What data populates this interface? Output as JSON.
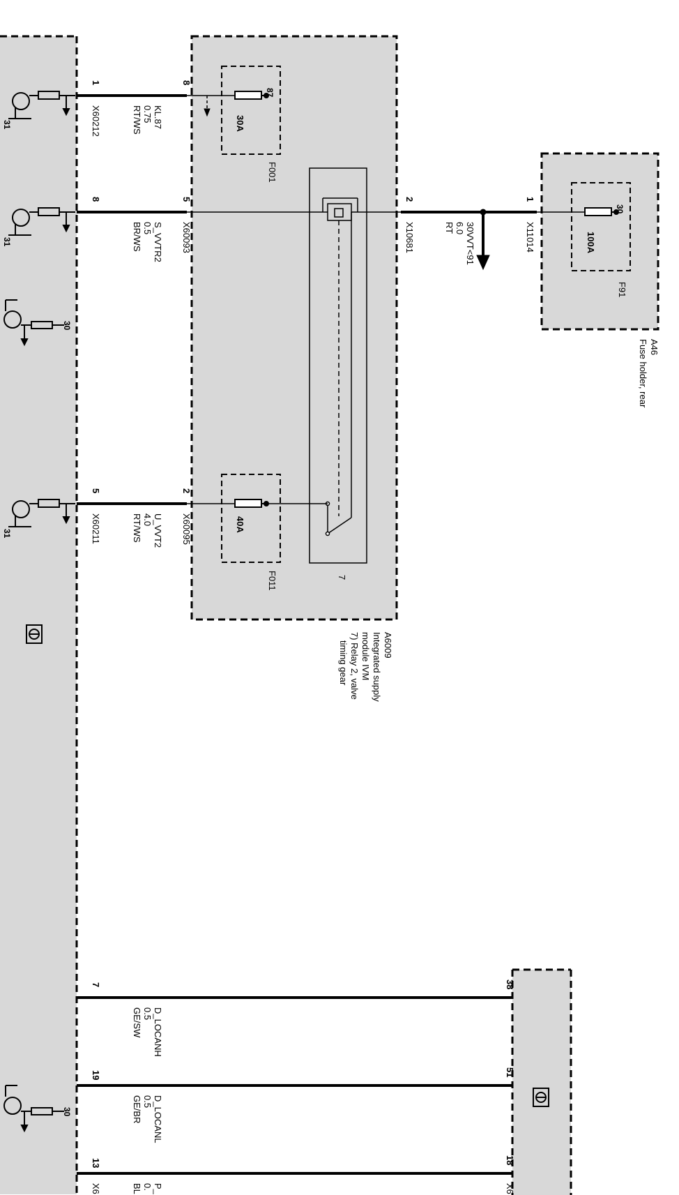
{
  "diagram": {
    "fuse_holder": {
      "id": "A46",
      "name": "Fuse holder, rear",
      "fuse": {
        "id": "F91",
        "rating": "100A",
        "terminal": "30"
      },
      "connector": "X11014",
      "pin": "1"
    },
    "supply_module": {
      "id": "A6009",
      "name_line1": "Integrated supply",
      "name_line2": "module IVM",
      "relay_line1": "7) Relay 2, valve",
      "relay_line2": "timing gear",
      "relay_ref": "7",
      "fuse_f001": {
        "id": "F001",
        "rating": "30A",
        "terminal": "87"
      },
      "fuse_f011": {
        "id": "F011",
        "rating": "40A"
      },
      "supply_connector": "X10681",
      "supply_pin": "2"
    },
    "supply_wire": {
      "name": "30VVT<91",
      "size": "6.0",
      "color": "RT"
    },
    "wires": [
      {
        "name": "KL.87",
        "size": "0.75",
        "color": "RT/WS",
        "left_pin": "1",
        "left_connector": "X60212",
        "right_pin": "8",
        "right_connector": ""
      },
      {
        "name": "S_VVTR2",
        "size": "0.5",
        "color": "BR/WS",
        "left_pin": "8",
        "left_connector": "",
        "right_pin": "5",
        "right_connector": "X60093"
      },
      {
        "name": "U_VVT2",
        "size": "4.0",
        "color": "RT/WS",
        "left_pin": "5",
        "left_connector": "X60211",
        "right_pin": "2",
        "right_connector": "X60095"
      }
    ],
    "bus_wires": [
      {
        "name": "D_LOCANH",
        "size": "0.5",
        "color": "GE/SW",
        "left_pin": "7",
        "right_pin": "38"
      },
      {
        "name": "D_LOCANL",
        "size": "0.5",
        "color": "GE/BR",
        "left_pin": "19",
        "right_pin": "51"
      },
      {
        "name": "P_",
        "size": "0.",
        "color": "BL",
        "left_pin": "13",
        "right_pin": "18",
        "left_connector": "X6",
        "right_connector": "X6"
      }
    ],
    "ground_terminal": "31",
    "supply_terminal": "30"
  }
}
